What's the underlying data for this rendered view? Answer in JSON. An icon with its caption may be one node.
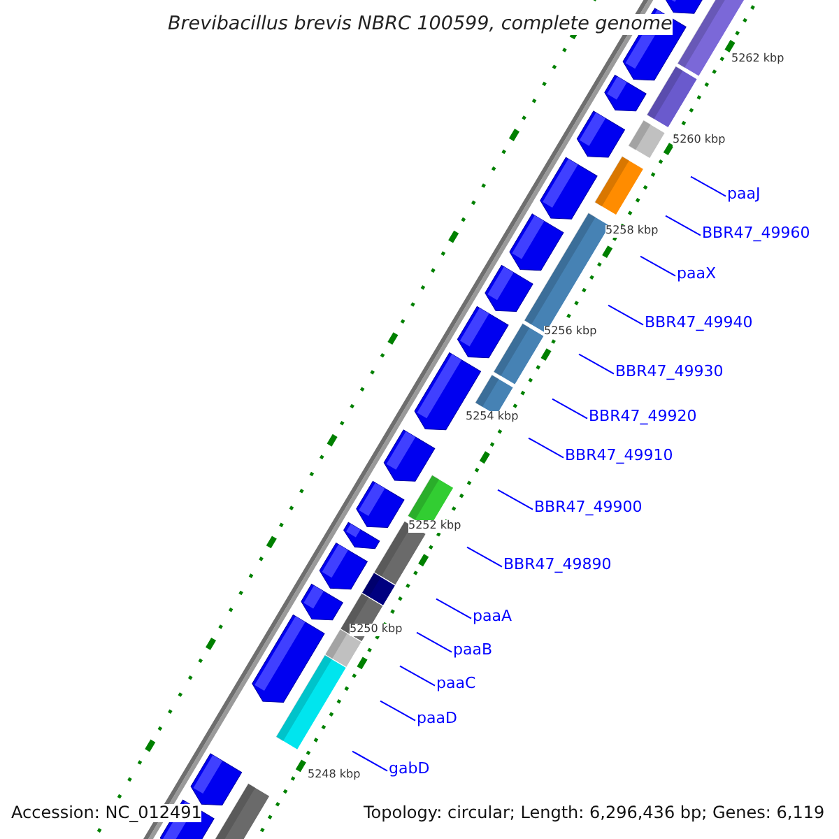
{
  "diagram": {
    "title": "Brevibacillus brevis NBRC 100599, complete genome",
    "nodes": [
      {
        "text": [
          "paaJ"
        ]
      },
      {
        "text": [
          "BBR47_49960"
        ]
      },
      {
        "text": [
          "paaX"
        ]
      },
      {
        "text": [
          "BBR47_49940"
        ]
      },
      {
        "text": [
          "BBR47_49930"
        ]
      },
      {
        "text": [
          "BBR47_49920"
        ]
      },
      {
        "text": [
          "BBR47_49910"
        ]
      },
      {
        "text": [
          "BBR47_49900"
        ]
      },
      {
        "text": [
          "BBR47_49890"
        ]
      },
      {
        "text": [
          "paaA"
        ]
      },
      {
        "text": [
          "paaB"
        ]
      },
      {
        "text": [
          "paaC"
        ]
      },
      {
        "text": [
          "paaD"
        ]
      },
      {
        "text": [
          "gabD"
        ]
      }
    ],
    "edges": [
      {
        "from": 0,
        "to": null,
        "arrow": "none"
      },
      {
        "from": 1,
        "to": null,
        "arrow": "none"
      },
      {
        "from": 2,
        "to": null,
        "arrow": "none"
      },
      {
        "from": 3,
        "to": null,
        "arrow": "none"
      },
      {
        "from": 4,
        "to": null,
        "arrow": "none"
      },
      {
        "from": 5,
        "to": null,
        "arrow": "none"
      },
      {
        "from": 6,
        "to": null,
        "arrow": "none"
      },
      {
        "from": 7,
        "to": null,
        "arrow": "none"
      },
      {
        "from": 8,
        "to": null,
        "arrow": "none"
      },
      {
        "from": 9,
        "to": null,
        "arrow": "none"
      },
      {
        "from": 10,
        "to": null,
        "arrow": "none"
      },
      {
        "from": 11,
        "to": null,
        "arrow": "none"
      },
      {
        "from": 12,
        "to": null,
        "arrow": "none"
      },
      {
        "from": 13,
        "to": null,
        "arrow": "none"
      }
    ],
    "labels": [
      "5262 kbp",
      "5260 kbp",
      "5258 kbp",
      "5256 kbp",
      "5254 kbp",
      "5252 kbp",
      "5250 kbp",
      "5248 kbp",
      "Accession: NC_012491",
      "Topology: circular; Length: 6,296,436 bp; Genes: 6,119"
    ]
  }
}
